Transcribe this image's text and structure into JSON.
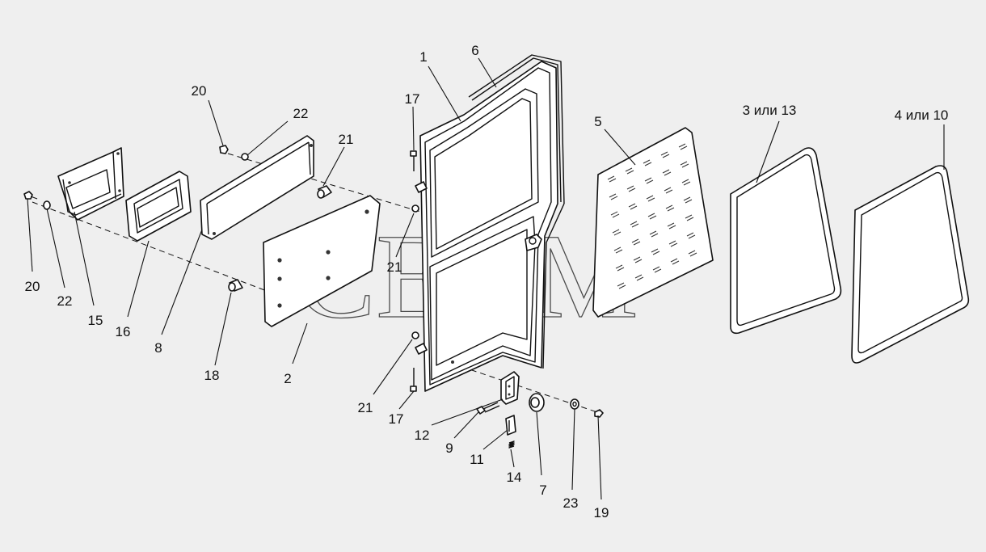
{
  "watermark": "СЕЛМ",
  "callouts": [
    {
      "id": "c1",
      "text": "1"
    },
    {
      "id": "c6",
      "text": "6"
    },
    {
      "id": "c17a",
      "text": "17"
    },
    {
      "id": "c17b",
      "text": "17"
    },
    {
      "id": "c5",
      "text": "5"
    },
    {
      "id": "c3_13",
      "text": "3 или 13"
    },
    {
      "id": "c4_10",
      "text": "4 или 10"
    },
    {
      "id": "c20a",
      "text": "20"
    },
    {
      "id": "c20b",
      "text": "20"
    },
    {
      "id": "c22a",
      "text": "22"
    },
    {
      "id": "c22b",
      "text": "22"
    },
    {
      "id": "c21a",
      "text": "21"
    },
    {
      "id": "c21b",
      "text": "21"
    },
    {
      "id": "c21c",
      "text": "21"
    },
    {
      "id": "c15",
      "text": "15"
    },
    {
      "id": "c16",
      "text": "16"
    },
    {
      "id": "c8",
      "text": "8"
    },
    {
      "id": "c18",
      "text": "18"
    },
    {
      "id": "c2",
      "text": "2"
    },
    {
      "id": "c12",
      "text": "12"
    },
    {
      "id": "c9",
      "text": "9"
    },
    {
      "id": "c11",
      "text": "11"
    },
    {
      "id": "c14",
      "text": "14"
    },
    {
      "id": "c7",
      "text": "7"
    },
    {
      "id": "c23",
      "text": "23"
    },
    {
      "id": "c19",
      "text": "19"
    }
  ]
}
